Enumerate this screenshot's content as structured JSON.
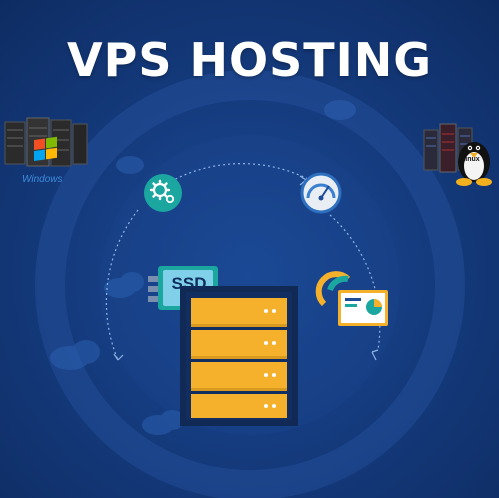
{
  "title": "VPS HOSTING",
  "labels": {
    "windows": "Windows",
    "ssd": "SSD",
    "linux": "Linux"
  },
  "icons": [
    "windows-server-icon",
    "windows-logo-icon",
    "linux-server-icon",
    "tux-penguin-icon",
    "gear-icon",
    "speedometer-icon",
    "ssd-drive-icon",
    "server-rack-icon",
    "analytics-board-icon",
    "cloud-icon"
  ],
  "colors": {
    "background": "#153c7f",
    "accent_orange": "#f5b12c",
    "accent_teal": "#1ba6a0",
    "text": "#ffffff"
  }
}
